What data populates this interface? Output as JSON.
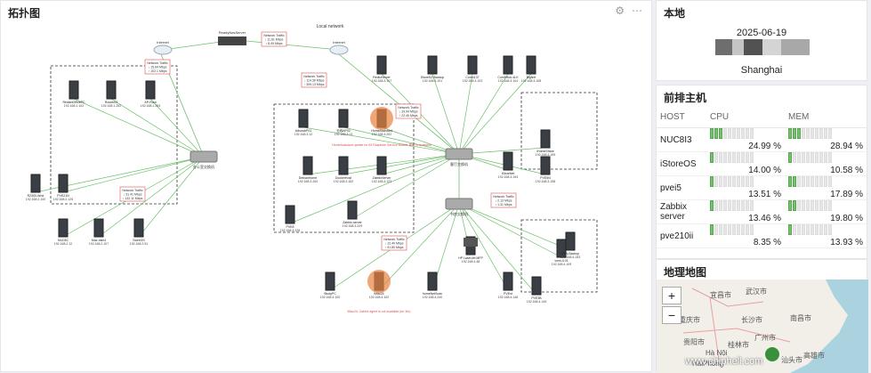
{
  "topology": {
    "title": "拓扑图",
    "local_network": "Local network",
    "internet": "Internet",
    "readynas": "ReadyNasServer",
    "switch_a": "办公室交换机",
    "switch_b": "客厅交换机",
    "switch_c": "书房交换机",
    "traffic_title": "Network Traffic",
    "traffic": [
      {
        "a": "↓ 11.61 Mbps",
        "b": "↑ 8.49 Mbps"
      },
      {
        "a": "↓ 15.64 Mbps",
        "b": "↑ 102.1 Mbps"
      },
      {
        "a": "↓ 114.36 Mbps",
        "b": "↑ 309.13 Mbps"
      },
      {
        "a": "↓ 29.94 Mbps",
        "b": "↑ 22.45 Mbps"
      },
      {
        "a": "↓ 31.41 Mbps",
        "b": "↑ 132.11 Mbps"
      },
      {
        "a": "↓ 2.13 Mbps",
        "b": "↑ 1.31 Mbps"
      },
      {
        "a": "↓ 12.40 Mbps",
        "b": "↑ 91.80 Mbps"
      }
    ],
    "nodes": [
      {
        "name": "RedianOfficePC",
        "ip": "192.168.1.102"
      },
      {
        "name": "Router03",
        "ip": "192.168.1.252"
      },
      {
        "name": "AP-Ruut",
        "ip": "192.168.1.253"
      },
      {
        "name": "R2300-Wnd",
        "ip": "192.168.2.100"
      },
      {
        "name": "PVE21N",
        "ip": "192.168.2.125"
      },
      {
        "name": "NUC8C",
        "ip": "192.168.2.12"
      },
      {
        "name": "Mac-mini4",
        "ip": "192.168.2.107"
      },
      {
        "name": "StoreOS",
        "ip": "192.168.2.51"
      },
      {
        "name": "RedioServer",
        "ip": "192.168.3.107"
      },
      {
        "name": "iStoreSZ-Backup",
        "ip": "192.168.3.101"
      },
      {
        "name": "Com4137",
        "ip": "192.168.3.103"
      },
      {
        "name": "Com5Hub-4LK",
        "ip": "192.168.3.104"
      },
      {
        "name": "BigNet",
        "ip": "192.168.3.108"
      },
      {
        "name": "AlbumAP01",
        "ip": "192.168.3.12"
      },
      {
        "name": "无线AP02",
        "ip": "192.168.3.13"
      },
      {
        "name": "HomeAssistant",
        "ip": "192.168.3.202"
      },
      {
        "name": "DebianHome",
        "ip": "192.168.3.200"
      },
      {
        "name": "DockerHost",
        "ip": "192.168.3.152"
      },
      {
        "name": "ZabbixServer",
        "ip": "192.168.3.123"
      },
      {
        "name": "Zabbix-server",
        "ip": "192.168.3.229"
      },
      {
        "name": "PVE8",
        "ip": "192.168.3.228"
      },
      {
        "name": "iStoreNet",
        "ip": "192.168.3.193"
      },
      {
        "name": "iHomeShare",
        "ip": "192.168.3.199"
      },
      {
        "name": "PVE5N",
        "ip": "192.168.3.198"
      },
      {
        "name": "StudyPC",
        "ip": "192.168.4.100"
      },
      {
        "name": "iMac24",
        "ip": "192.168.4.102"
      },
      {
        "name": "HP LaserJet MFP",
        "ip": "192.168.4.48"
      },
      {
        "name": "homeNetScan",
        "ip": "192.168.4.240"
      },
      {
        "name": "PVEnt",
        "ip": "192.168.4.146"
      },
      {
        "name": "PVE3B",
        "ip": "192.168.4.149"
      },
      {
        "name": "vmiri-0.01",
        "ip": "192.168.4.109"
      },
      {
        "name": "SVN-Backup",
        "ip": "192.168.4.153"
      }
    ],
    "warning_1": "HomeAssistant update for 65 Raspbian Service Builder 更新 is available",
    "warning_2": "iMac24: Zabbix agent is not available (for 3m)"
  },
  "local": {
    "title": "本地",
    "date": "2025-06-19",
    "city": "Shanghai"
  },
  "hosts": {
    "title": "前排主机",
    "col_host": "HOST",
    "col_cpu": "CPU",
    "col_mem": "MEM",
    "rows": [
      {
        "host": "NUC8I3",
        "cpu": "24.99 %",
        "cpu_level": 0.25,
        "mem": "28.94 %",
        "mem_level": 0.29
      },
      {
        "host": "iStoreOS",
        "cpu": "14.00 %",
        "cpu_level": 0.14,
        "mem": "10.58 %",
        "mem_level": 0.11
      },
      {
        "host": "pvei5",
        "cpu": "13.51 %",
        "cpu_level": 0.14,
        "mem": "17.89 %",
        "mem_level": 0.18
      },
      {
        "host": "Zabbix server",
        "cpu": "13.46 %",
        "cpu_level": 0.13,
        "mem": "19.80 %",
        "mem_level": 0.2
      },
      {
        "host": "pve210ii",
        "cpu": "8.35 %",
        "cpu_level": 0.08,
        "mem": "13.93 %",
        "mem_level": 0.14
      }
    ]
  },
  "geo": {
    "title": "地理地图",
    "labels": [
      "宜昌市",
      "武汉市",
      "重庆市",
      "长沙市",
      "南昌市",
      "贵阳市",
      "桂林市",
      "广州市",
      "HaiPhong",
      "Hà Nội",
      "高雄市",
      "汕头市"
    ],
    "zoom_in": "+",
    "zoom_out": "−"
  },
  "watermark": "www.chiphell.com",
  "colors": {
    "link": "#6cc06a",
    "traffic_box": "#d9534f",
    "warn": "#d9534f"
  }
}
